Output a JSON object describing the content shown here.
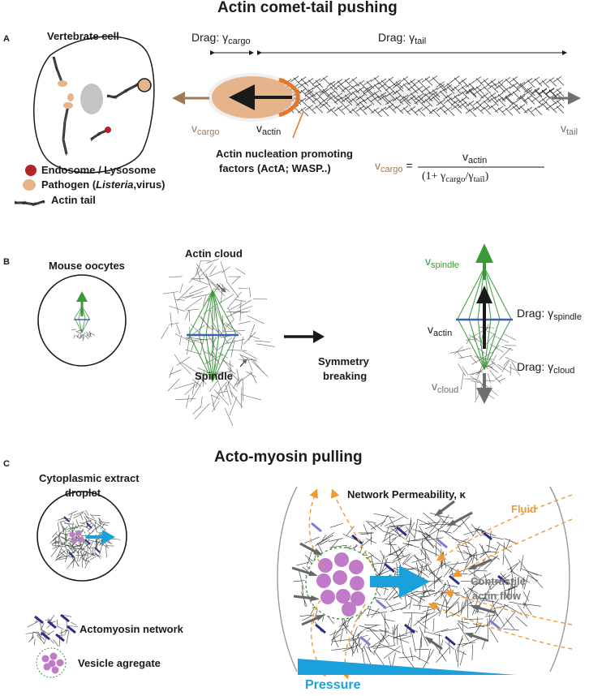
{
  "colors": {
    "cargo": "#a07a52",
    "pathogen": "#e6b48a",
    "npf": "#e8762c",
    "spindle": "#3a9a3a",
    "spindle_line": "#3f5fb0",
    "fluid": "#f29a30",
    "flow_arrow": "#1aa0db",
    "myosin": "#2c2f8a",
    "vesicle": "#c07ac8",
    "endosome": "#b3242a",
    "tail_gray": "#707070"
  },
  "icons": [
    "actin-tail-icon",
    "endosome-icon",
    "pathogen-icon",
    "vesicle-aggregate-icon",
    "actomyosin-icon"
  ],
  "panel_a": {
    "letter": "A",
    "title": "Actin comet-tail pushing",
    "cell_label": "Vertebrate cell",
    "drag_cargo": "Drag: γ",
    "drag_cargo_sub": "cargo",
    "drag_tail": "Drag: γ",
    "drag_tail_sub": "tail",
    "v_cargo": "v",
    "v_cargo_sub": "cargo",
    "v_actin": "v",
    "v_actin_sub": "actin",
    "v_tail": "v",
    "v_tail_sub": "tail",
    "npf_line1": "Actin nucleation promoting",
    "npf_line2": "factors (ActA; WASP..)",
    "legend": {
      "endosome": "Endosome / Lysosome",
      "pathogen_pre": "Pathogen (",
      "pathogen_italic": "Listeria",
      "pathogen_post": ",virus)",
      "tail": "Actin tail"
    },
    "formula": {
      "lhs": "v",
      "lhs_sub": "cargo",
      "eq": " =",
      "num": "v",
      "num_sub": "actin",
      "den_pre": "(1+ γ",
      "den_sub1": "cargo",
      "den_mid": "/γ",
      "den_sub2": "tail",
      "den_post": ")"
    }
  },
  "panel_b": {
    "letter": "B",
    "oocyte_label": "Mouse oocytes",
    "cloud_label": "Actin cloud",
    "spindle_label": "Spindle",
    "symmetry_line1": "Symmetry",
    "symmetry_line2": "breaking",
    "v_spindle": "v",
    "v_spindle_sub": "spindle",
    "v_actin": "v",
    "v_actin_sub": "actin",
    "v_cloud": "v",
    "v_cloud_sub": "cloud",
    "drag_spindle": "Drag: γ",
    "drag_spindle_sub": "spindle",
    "drag_cloud": "Drag: γ",
    "drag_cloud_sub": "cloud"
  },
  "panel_c": {
    "letter": "C",
    "title": "Acto-myosin pulling",
    "droplet_line1": "Cytoplasmic extract",
    "droplet_line2": "droplet",
    "permeability": "Network Permeability, κ",
    "fluid": "Fluid",
    "contractile_line1": "Contractile",
    "contractile_line2": "actin flow",
    "pressure": "Pressure",
    "legend_actomyosin": "Actomyosin network",
    "legend_vesicle": "Vesicle agregate"
  }
}
